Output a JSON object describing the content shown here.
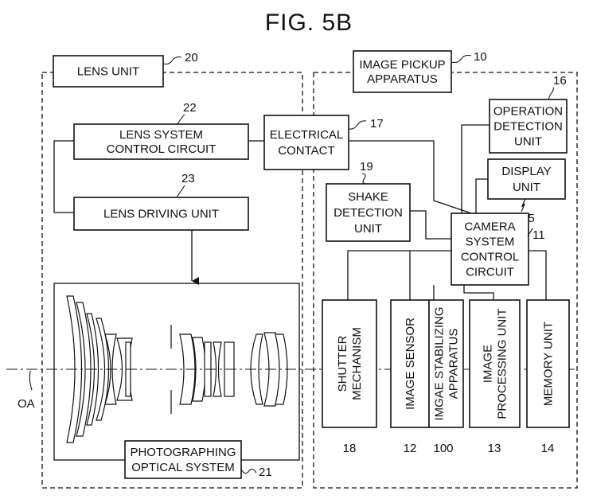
{
  "figure": {
    "title": "FIG. 5B"
  },
  "optical_axis_label": "OA",
  "blocks": {
    "lens_unit": {
      "lines": [
        "LENS UNIT"
      ],
      "ref": "20"
    },
    "image_pickup": {
      "lines": [
        "IMAGE PICKUP",
        "APPARATUS"
      ],
      "ref": "10"
    },
    "lens_system_ctrl": {
      "lines": [
        "LENS SYSTEM",
        "CONTROL CIRCUIT"
      ],
      "ref": "22"
    },
    "lens_driving": {
      "lines": [
        "LENS DRIVING UNIT"
      ],
      "ref": "23"
    },
    "electrical": {
      "lines": [
        "ELECTRICAL",
        "CONTACT"
      ],
      "ref": "17"
    },
    "operation": {
      "lines": [
        "OPERATION",
        "DETECTION",
        "UNIT"
      ],
      "ref": "16"
    },
    "display": {
      "lines": [
        "DISPLAY",
        "UNIT"
      ],
      "ref": "15"
    },
    "shake": {
      "lines": [
        "SHAKE",
        "DETECTION",
        "UNIT"
      ],
      "ref": "19"
    },
    "camera_ctrl": {
      "lines": [
        "CAMERA",
        "SYSTEM",
        "CONTROL",
        "CIRCUIT"
      ],
      "ref": "11"
    },
    "photo_optical": {
      "lines": [
        "PHOTOGRAPHING",
        "OPTICAL SYSTEM"
      ],
      "ref": "21"
    },
    "shutter": {
      "lines": [
        "SHUTTER",
        "MECHANISM"
      ],
      "ref": "18"
    },
    "image_sensor": {
      "lines": [
        "IMAGE SENSOR"
      ],
      "ref": "12"
    },
    "stabilizing": {
      "lines": [
        "IMGAE STABILIZING",
        "APPARATUS"
      ],
      "ref": "100"
    },
    "processing": {
      "lines": [
        "IMAGE",
        "PROCESSING UNIT"
      ],
      "ref": "13"
    },
    "memory": {
      "lines": [
        "MEMORY UNIT"
      ],
      "ref": "14"
    }
  }
}
